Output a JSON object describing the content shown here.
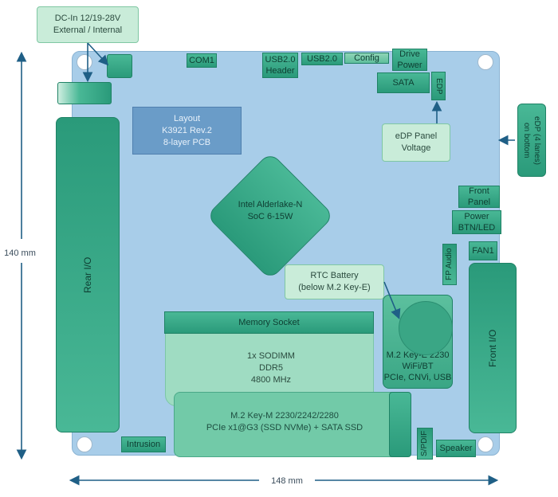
{
  "labels": {
    "dc_in": "DC-In 12/19-28V\nExternal / Internal",
    "com1": "COM1",
    "usb_header": "USB2.0\nHeader",
    "usb20": "USB2.0",
    "config": "Config",
    "drive_power": "Drive\nPower",
    "sata": "SATA",
    "edp": "EDP",
    "edp_bottom": "eDP (4 lanes)\non bottom",
    "edp_voltage": "eDP Panel\nVoltage",
    "layout": "Layout\nK3921 Rev.2\n8-layer PCB",
    "rear_io": "Rear I/O",
    "soc": "Intel Alderlake-N\nSoC 6-15W",
    "front_panel": "Front\nPanel",
    "power_btn": "Power\nBTN/LED",
    "fan1": "FAN1",
    "fp_audio": "FP Audio",
    "rtc": "RTC Battery\n(below M.2 Key-E)",
    "memory_socket": "Memory Socket",
    "sodimm": "1x SODIMM\nDDR5\n4800 MHz",
    "m2e": "M.2 Key-E 2230\nWiFi/BT\nPCIe, CNVi, USB",
    "front_io": "Front I/O",
    "m2m": "M.2 Key-M 2230/2242/2280\nPCIe x1@G3 (SSD NVMe) + SATA SSD",
    "intrusion": "Intrusion",
    "spdif": "S/PDIF",
    "speaker": "Speaker",
    "height": "140 mm",
    "width": "148 mm"
  },
  "colors": {
    "board": "#a8cde9",
    "component": "#3aaa88",
    "note": "#c9ecd9",
    "layout_box": "#6a9cc8",
    "arrow": "#1f5f86"
  }
}
